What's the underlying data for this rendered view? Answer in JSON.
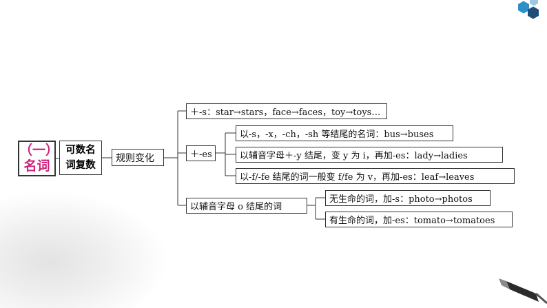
{
  "root": {
    "line1": "（一）",
    "line2": "名词"
  },
  "category": {
    "line1": "可数名",
    "line2": "词复数"
  },
  "rule": "规则变化",
  "branches": {
    "s": "＋-s：star→stars，face→faces，toy→toys…",
    "es": {
      "label": "＋-es",
      "items": [
        "以-s，-x，-ch，-sh 等结尾的名词：bus→buses",
        "以辅音字母＋-y 结尾，变 y 为 i，再加-es：lady→ladies",
        "以-f/-fe 结尾的词一般变 f/fe 为 v，再加-es：leaf→leaves"
      ]
    },
    "o": {
      "label": "以辅音字母 o 结尾的词",
      "items": [
        "无生命的词，加-s：photo→photos",
        "有生命的词，加-es：tomato→tomatoes"
      ]
    }
  },
  "colors": {
    "accent": "#d0217b",
    "hex_logo_dark": "#1f4e79",
    "hex_logo_light": "#2e8fc9"
  }
}
